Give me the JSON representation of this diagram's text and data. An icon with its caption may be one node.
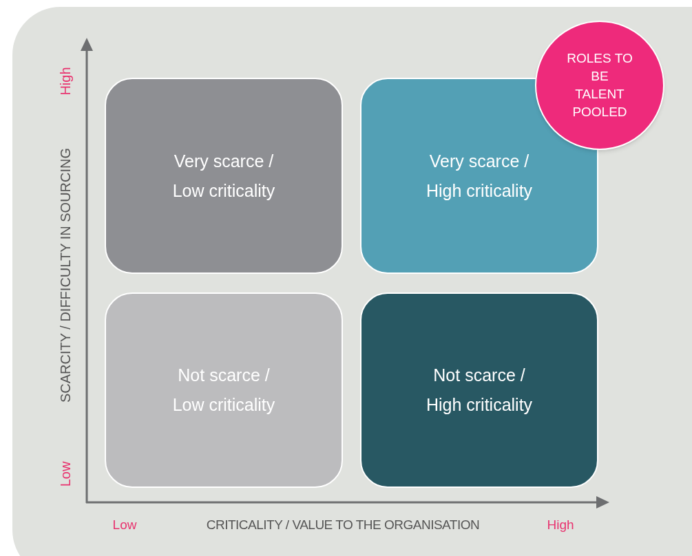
{
  "diagram": {
    "nodes": [
      {
        "text": [
          "Very scarce / Low criticality"
        ]
      },
      {
        "text": [
          "Very scarce / High criticality"
        ]
      },
      {
        "text": [
          "Not scarce / Low criticality"
        ]
      },
      {
        "text": [
          "Not scarce / High criticality"
        ]
      },
      {
        "text": [
          "ROLES TO BE TALENT POOLED"
        ]
      }
    ],
    "labels": [
      "High",
      "SCARCITY / DIFFICULTY IN SOURCING",
      "Low",
      "Low",
      "CRITICALITY / VALUE TO THE ORGANISATION",
      "High"
    ]
  }
}
